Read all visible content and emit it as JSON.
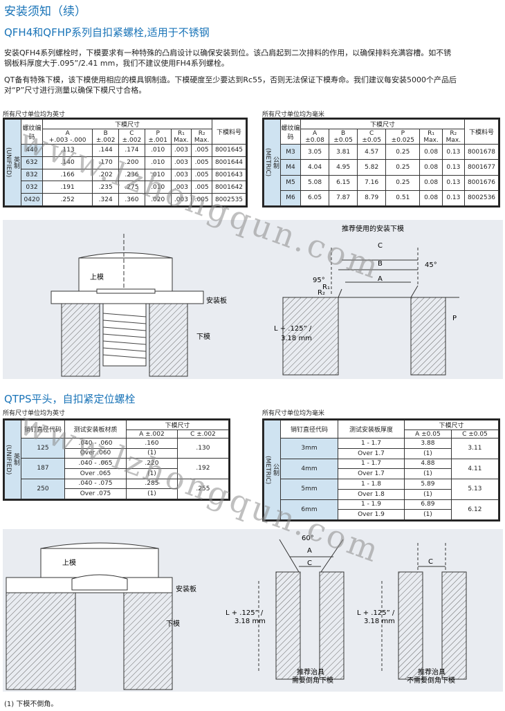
{
  "title_main": "安装须知（续）",
  "section1_title": "QFH4和QFHP系列自扣紧螺栓,适用于不锈钢",
  "para1_line1": "安装QFH4系列螺栓时，下模要求有一种特殊的凸肩设计以确保安装到位。该凸肩起到二次排料的作用，以确保排料充满容槽。如不锈",
  "para1_line2": "钢板料厚度大于.095”/2.41 mm，我们不建议使用FH4系列螺栓。",
  "para2_line1": "QT备有特殊下模，该下模使用相应的模具钢制造。下模硬度至少要达到Rc55，否则无法保证下模寿命。我们建议每安装5000个产品后",
  "para2_line2": "对“P”尺寸进行测量以确保下模尺寸合格。",
  "unit_inch": "所有尺寸单位均为英寸",
  "unit_mm": "所有尺寸单位均为毫米",
  "t1": {
    "side_cn": "英制",
    "side_en": "(UNIFIED)",
    "code_h": "螺纹编码",
    "die_h": "下模尺寸",
    "cols": [
      [
        "A",
        "+.003 -.000"
      ],
      [
        "B",
        "±.002"
      ],
      [
        "C",
        "±.002"
      ],
      [
        "P",
        "±.001"
      ],
      [
        "R₁",
        "Max."
      ],
      [
        "R₂",
        "Max."
      ]
    ],
    "part_h": "下模料号",
    "rows": [
      [
        "440",
        ".113",
        ".144",
        ".174",
        ".010",
        ".003",
        ".005",
        "8001645"
      ],
      [
        "632",
        ".140",
        ".170",
        ".200",
        ".010",
        ".003",
        ".005",
        "8001644"
      ],
      [
        "832",
        ".166",
        ".202",
        ".236",
        ".010",
        ".003",
        ".005",
        "8001643"
      ],
      [
        "032",
        ".191",
        ".235",
        ".275",
        ".010",
        ".003",
        ".005",
        "8001642"
      ],
      [
        "0420",
        ".252",
        ".324",
        ".360",
        ".020",
        ".003",
        ".005",
        "8002535"
      ]
    ]
  },
  "t2": {
    "side_cn": "公制",
    "side_en": "(METRIC)",
    "code_h": "螺纹编码",
    "die_h": "下模尺寸",
    "cols": [
      [
        "A",
        "±0.08"
      ],
      [
        "B",
        "±0.05"
      ],
      [
        "C",
        "±0.05"
      ],
      [
        "P",
        "±0.025"
      ],
      [
        "R₁",
        "Max."
      ],
      [
        "R₂",
        "Max."
      ]
    ],
    "part_h": "下模料号",
    "rows": [
      [
        "M3",
        "3.05",
        "3.81",
        "4.57",
        "0.25",
        "0.08",
        "0.13",
        "8001678"
      ],
      [
        "M4",
        "4.04",
        "4.95",
        "5.82",
        "0.25",
        "0.08",
        "0.13",
        "8001677"
      ],
      [
        "M5",
        "5.08",
        "6.15",
        "7.16",
        "0.25",
        "0.08",
        "0.13",
        "8001676"
      ],
      [
        "M6",
        "6.05",
        "7.87",
        "8.79",
        "0.51",
        "0.08",
        "0.13",
        "8002536"
      ]
    ]
  },
  "fig1": {
    "upper": "上模",
    "plate": "安装板",
    "lower": "下模",
    "rec_die": "推荐使用的安装下模",
    "c": "C",
    "b": "B",
    "a": "A",
    "p": "P",
    "r1": "R₁",
    "r2": "R₂",
    "deg95": "95°",
    "deg45": "45°",
    "l_label1": "L + .125” /",
    "l_label2": "3.18 mm"
  },
  "section2_title": "QTPS平头，自扣紧定位螺栓",
  "t3": {
    "side_cn": "英制",
    "side_en": "(UNIFIED)",
    "code_h": "销钉直径代码",
    "thick_h": "测试安装板材质",
    "die_h": "下模尺寸",
    "a_h": "A ±.002",
    "c_h": "C ±.002",
    "rows": [
      {
        "code": "125",
        "t1": ".040 - .060",
        "t2": "Over .060",
        "a1": ".160",
        "a2": "(1)",
        "c": ".130"
      },
      {
        "code": "187",
        "t1": ".040 - .065",
        "t2": "Over .065",
        "a1": ".220",
        "a2": "(1)",
        "c": ".192"
      },
      {
        "code": "250",
        "t1": ".040 - .075",
        "t2": "Over .075",
        "a1": ".285",
        "a2": "(1)",
        "c": ".255"
      }
    ]
  },
  "t4": {
    "side_cn": "公制",
    "side_en": "(METRIC)",
    "code_h": "销钉直径代码",
    "thick_h": "测试安装板厚度",
    "die_h": "下模尺寸",
    "a_h": "A ±0.05",
    "c_h": "C ±0.05",
    "rows": [
      {
        "code": "3mm",
        "t1": "1 - 1.7",
        "t2": "Over 1.7",
        "a1": "3.88",
        "a2": "(1)",
        "c": "3.11"
      },
      {
        "code": "4mm",
        "t1": "1 - 1.7",
        "t2": "Over 1.7",
        "a1": "4.88",
        "a2": "(1)",
        "c": "4.11"
      },
      {
        "code": "5mm",
        "t1": "1 - 1.8",
        "t2": "Over 1.8",
        "a1": "5.89",
        "a2": "(1)",
        "c": "5.13"
      },
      {
        "code": "6mm",
        "t1": "1 - 1.9",
        "t2": "Over 1.9",
        "a1": "6.89",
        "a2": "(1)",
        "c": "6.12"
      }
    ]
  },
  "fig2": {
    "upper": "上模",
    "plate": "安装板",
    "lower": "下模",
    "deg60": "60°",
    "a": "A",
    "c": "C",
    "c2": "C",
    "l_label1": "L + .125” /",
    "l_label2": "3.18 mm",
    "cap1a": "推荐治具",
    "cap1b": "需要倒角下模",
    "cap2a": "推荐治具",
    "cap2b": "不需要倒角下模"
  },
  "footnote": "(1) 下模不倒角。",
  "watermark": "www.lzhongqun.com"
}
